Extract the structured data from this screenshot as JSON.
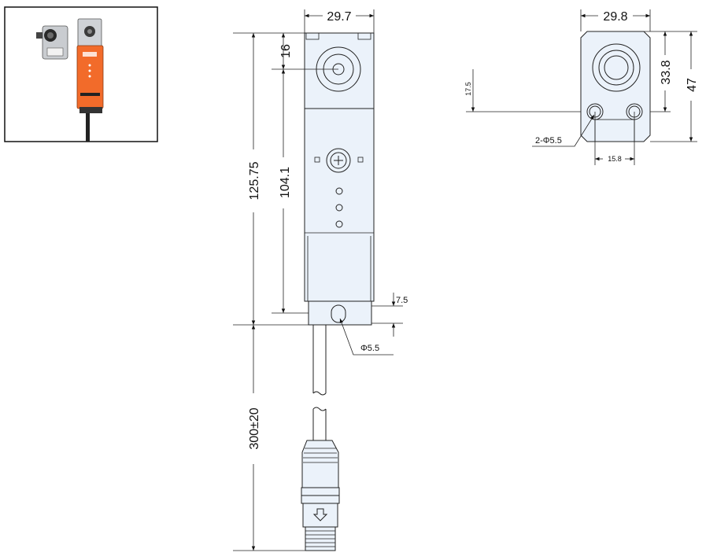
{
  "dimensions": {
    "front_width": "29.7",
    "side_width": "29.8",
    "top_offset": "16",
    "offset_17_5": "17.5",
    "side_height_33_8": "33.8",
    "side_height_47": "47",
    "mount_holes": "2-Φ5.5",
    "hole_spacing": "15.8",
    "total_length": "125.75",
    "body_length": "104.1",
    "bottom_offset": "7.5",
    "cable_hole": "Φ5.5",
    "cable_length": "300±20"
  },
  "colors": {
    "body_fill": "#ebf2fa",
    "line": "#222222",
    "orange": "#f26b2a"
  }
}
